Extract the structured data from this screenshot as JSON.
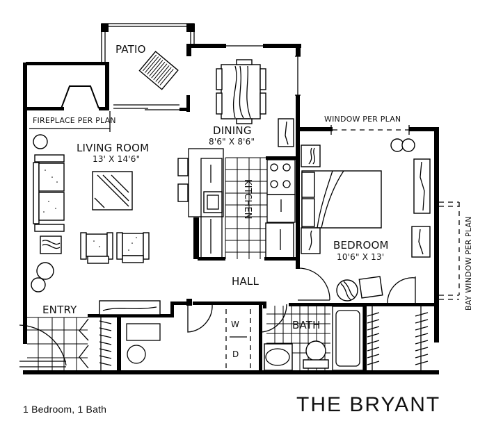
{
  "plan": {
    "name": "THE BRYANT",
    "summary": "1 Bedroom, 1 Bath"
  },
  "rooms": {
    "patio": {
      "name": "PATIO"
    },
    "dining": {
      "name": "DINING",
      "dimensions": "8'6\" X 8'6\""
    },
    "living_room": {
      "name": "LIVING ROOM",
      "dimensions": "13' X 14'6\""
    },
    "kitchen": {
      "name": "KITCHEN"
    },
    "bedroom": {
      "name": "BEDROOM",
      "dimensions": "10'6\" X 13'"
    },
    "hall": {
      "name": "HALL"
    },
    "entry": {
      "name": "ENTRY"
    },
    "bath": {
      "name": "BATH"
    }
  },
  "notes": {
    "fireplace": "FIREPLACE PER PLAN",
    "window": "WINDOW PER PLAN",
    "bay_window": "BAY WINDOW PER PLAN"
  },
  "appliances": {
    "washer": "W",
    "dryer": "D"
  },
  "colors": {
    "ink": "#000000",
    "paper": "#ffffff"
  }
}
